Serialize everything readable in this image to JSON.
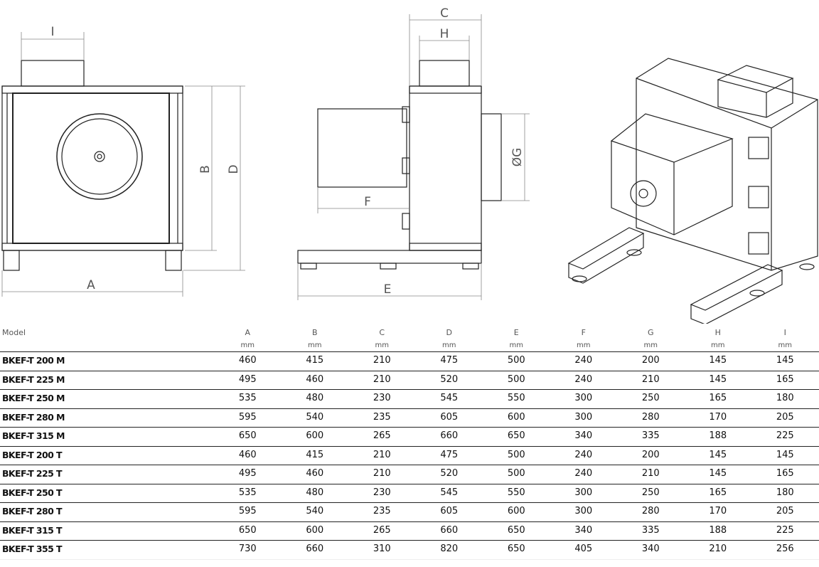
{
  "drawing_labels": {
    "A": "A",
    "B": "B",
    "C": "C",
    "D": "D",
    "E": "E",
    "F": "F",
    "G": "ØG",
    "H": "H",
    "I": "I"
  },
  "table": {
    "model_header": "Model",
    "columns": [
      {
        "label": "A",
        "unit": "mm"
      },
      {
        "label": "B",
        "unit": "mm"
      },
      {
        "label": "C",
        "unit": "mm"
      },
      {
        "label": "D",
        "unit": "mm"
      },
      {
        "label": "E",
        "unit": "mm"
      },
      {
        "label": "F",
        "unit": "mm"
      },
      {
        "label": "G",
        "unit": "mm"
      },
      {
        "label": "H",
        "unit": "mm"
      },
      {
        "label": "I",
        "unit": "mm"
      }
    ],
    "rows": [
      {
        "model": "BKEF-T 200 M",
        "values": [
          "460",
          "415",
          "210",
          "475",
          "500",
          "240",
          "200",
          "145",
          "145"
        ]
      },
      {
        "model": "BKEF-T 225 M",
        "values": [
          "495",
          "460",
          "210",
          "520",
          "500",
          "240",
          "210",
          "145",
          "165"
        ]
      },
      {
        "model": "BKEF-T 250 M",
        "values": [
          "535",
          "480",
          "230",
          "545",
          "550",
          "300",
          "250",
          "165",
          "180"
        ]
      },
      {
        "model": "BKEF-T 280 M",
        "values": [
          "595",
          "540",
          "235",
          "605",
          "600",
          "300",
          "280",
          "170",
          "205"
        ]
      },
      {
        "model": "BKEF-T 315 M",
        "values": [
          "650",
          "600",
          "265",
          "660",
          "650",
          "340",
          "335",
          "188",
          "225"
        ]
      },
      {
        "model": "BKEF-T 200 T",
        "values": [
          "460",
          "415",
          "210",
          "475",
          "500",
          "240",
          "200",
          "145",
          "145"
        ]
      },
      {
        "model": "BKEF-T 225 T",
        "values": [
          "495",
          "460",
          "210",
          "520",
          "500",
          "240",
          "210",
          "145",
          "165"
        ]
      },
      {
        "model": "BKEF-T 250 T",
        "values": [
          "535",
          "480",
          "230",
          "545",
          "550",
          "300",
          "250",
          "165",
          "180"
        ]
      },
      {
        "model": "BKEF-T 280 T",
        "values": [
          "595",
          "540",
          "235",
          "605",
          "600",
          "300",
          "280",
          "170",
          "205"
        ]
      },
      {
        "model": "BKEF-T 315 T",
        "values": [
          "650",
          "600",
          "265",
          "660",
          "650",
          "340",
          "335",
          "188",
          "225"
        ]
      },
      {
        "model": "BKEF-T 355 T",
        "values": [
          "730",
          "660",
          "310",
          "820",
          "650",
          "405",
          "340",
          "210",
          "256"
        ]
      }
    ]
  }
}
